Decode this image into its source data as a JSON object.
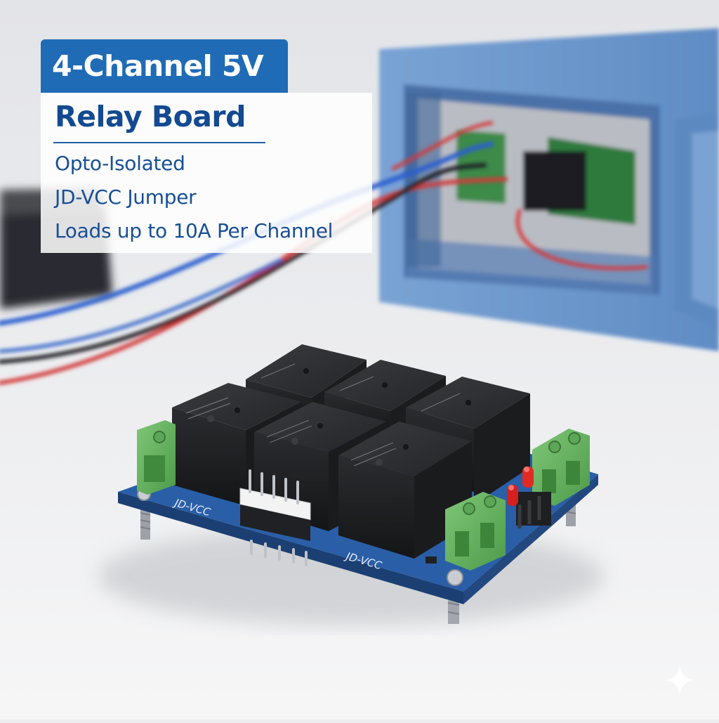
{
  "overlay": {
    "title": "4-Channel 5V",
    "subtitle": "Relay Board",
    "features": [
      "Opto-Isolated",
      "JD-VCC Jumper",
      "Loads up to 10A Per Channel"
    ]
  },
  "board": {
    "silkscreen_left": "JD-VCC",
    "silkscreen_front": "JD-VCC"
  },
  "colors": {
    "title_band": "#1f6bb6",
    "text_blue": "#134a91",
    "pcb_blue": "#2a5fa8",
    "terminal_green": "#5fae5b",
    "relay_black": "#1e1f21",
    "enclosure_blue": "#6f9bd0"
  },
  "icons": [
    "sparkle-icon"
  ]
}
